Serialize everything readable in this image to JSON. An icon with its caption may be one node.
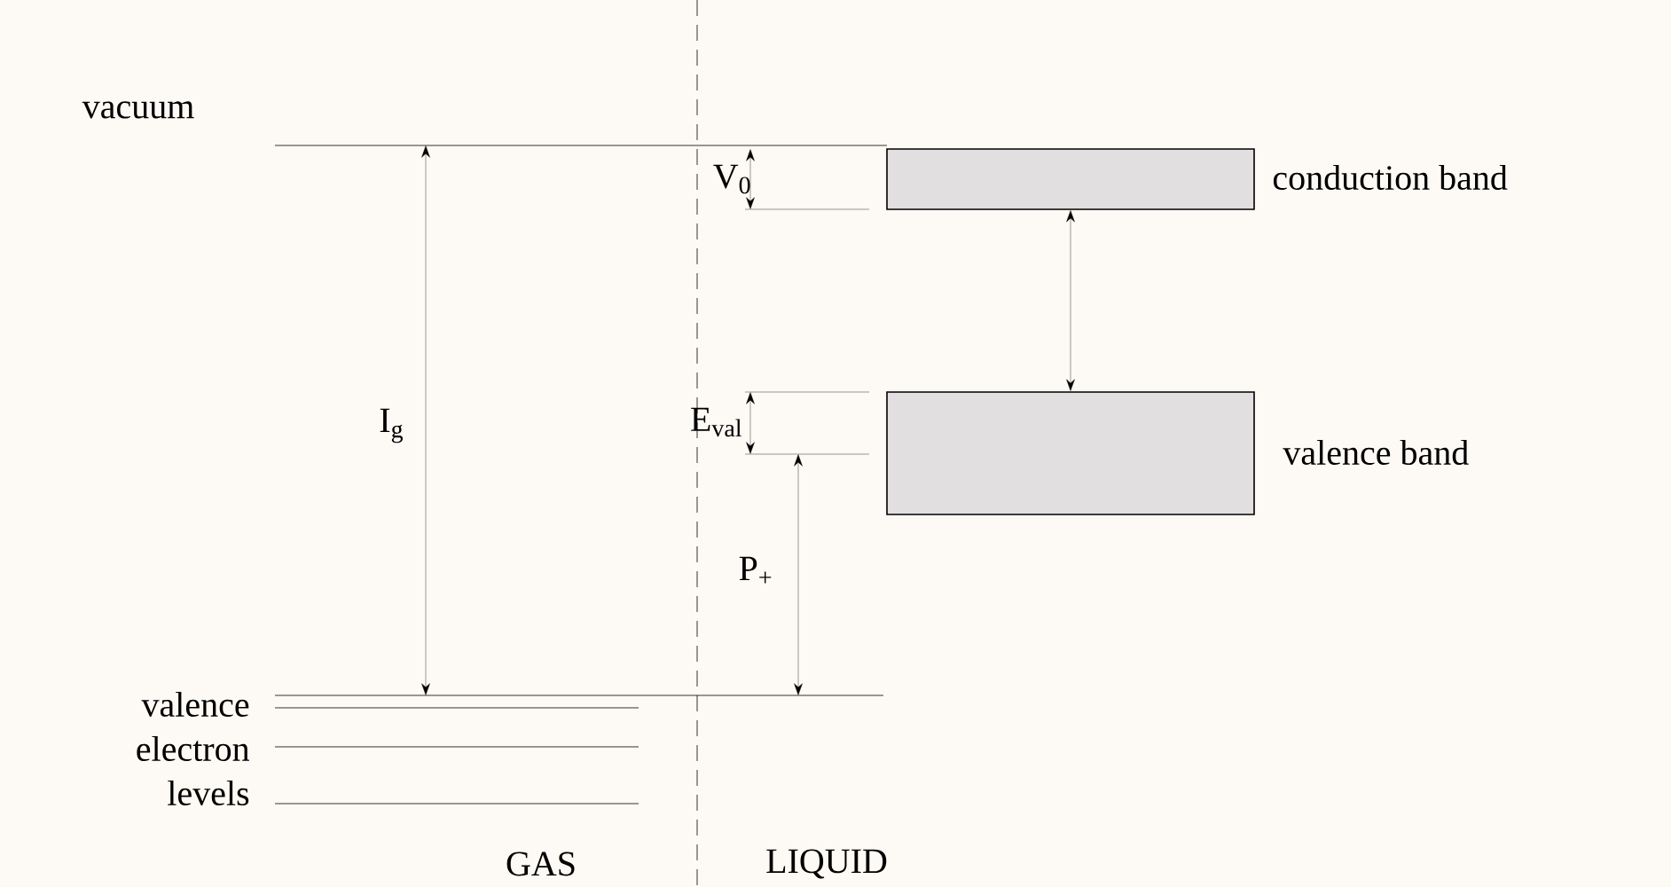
{
  "diagram": {
    "nodes": [
      {
        "text": [],
        "shape": "box",
        "beside": [
          "conduction band"
        ]
      },
      {
        "text": [],
        "shape": "box",
        "beside": [
          "valence band"
        ]
      }
    ],
    "edges": [
      {
        "from": 0,
        "to": 1,
        "arrow": "both"
      }
    ],
    "labels": [
      "vacuum",
      "I$_{g}$",
      "V$_{0}$",
      "E$_{val}$",
      "P$_{+}$",
      "valence electron levels",
      "GAS",
      "LIQUID"
    ]
  }
}
